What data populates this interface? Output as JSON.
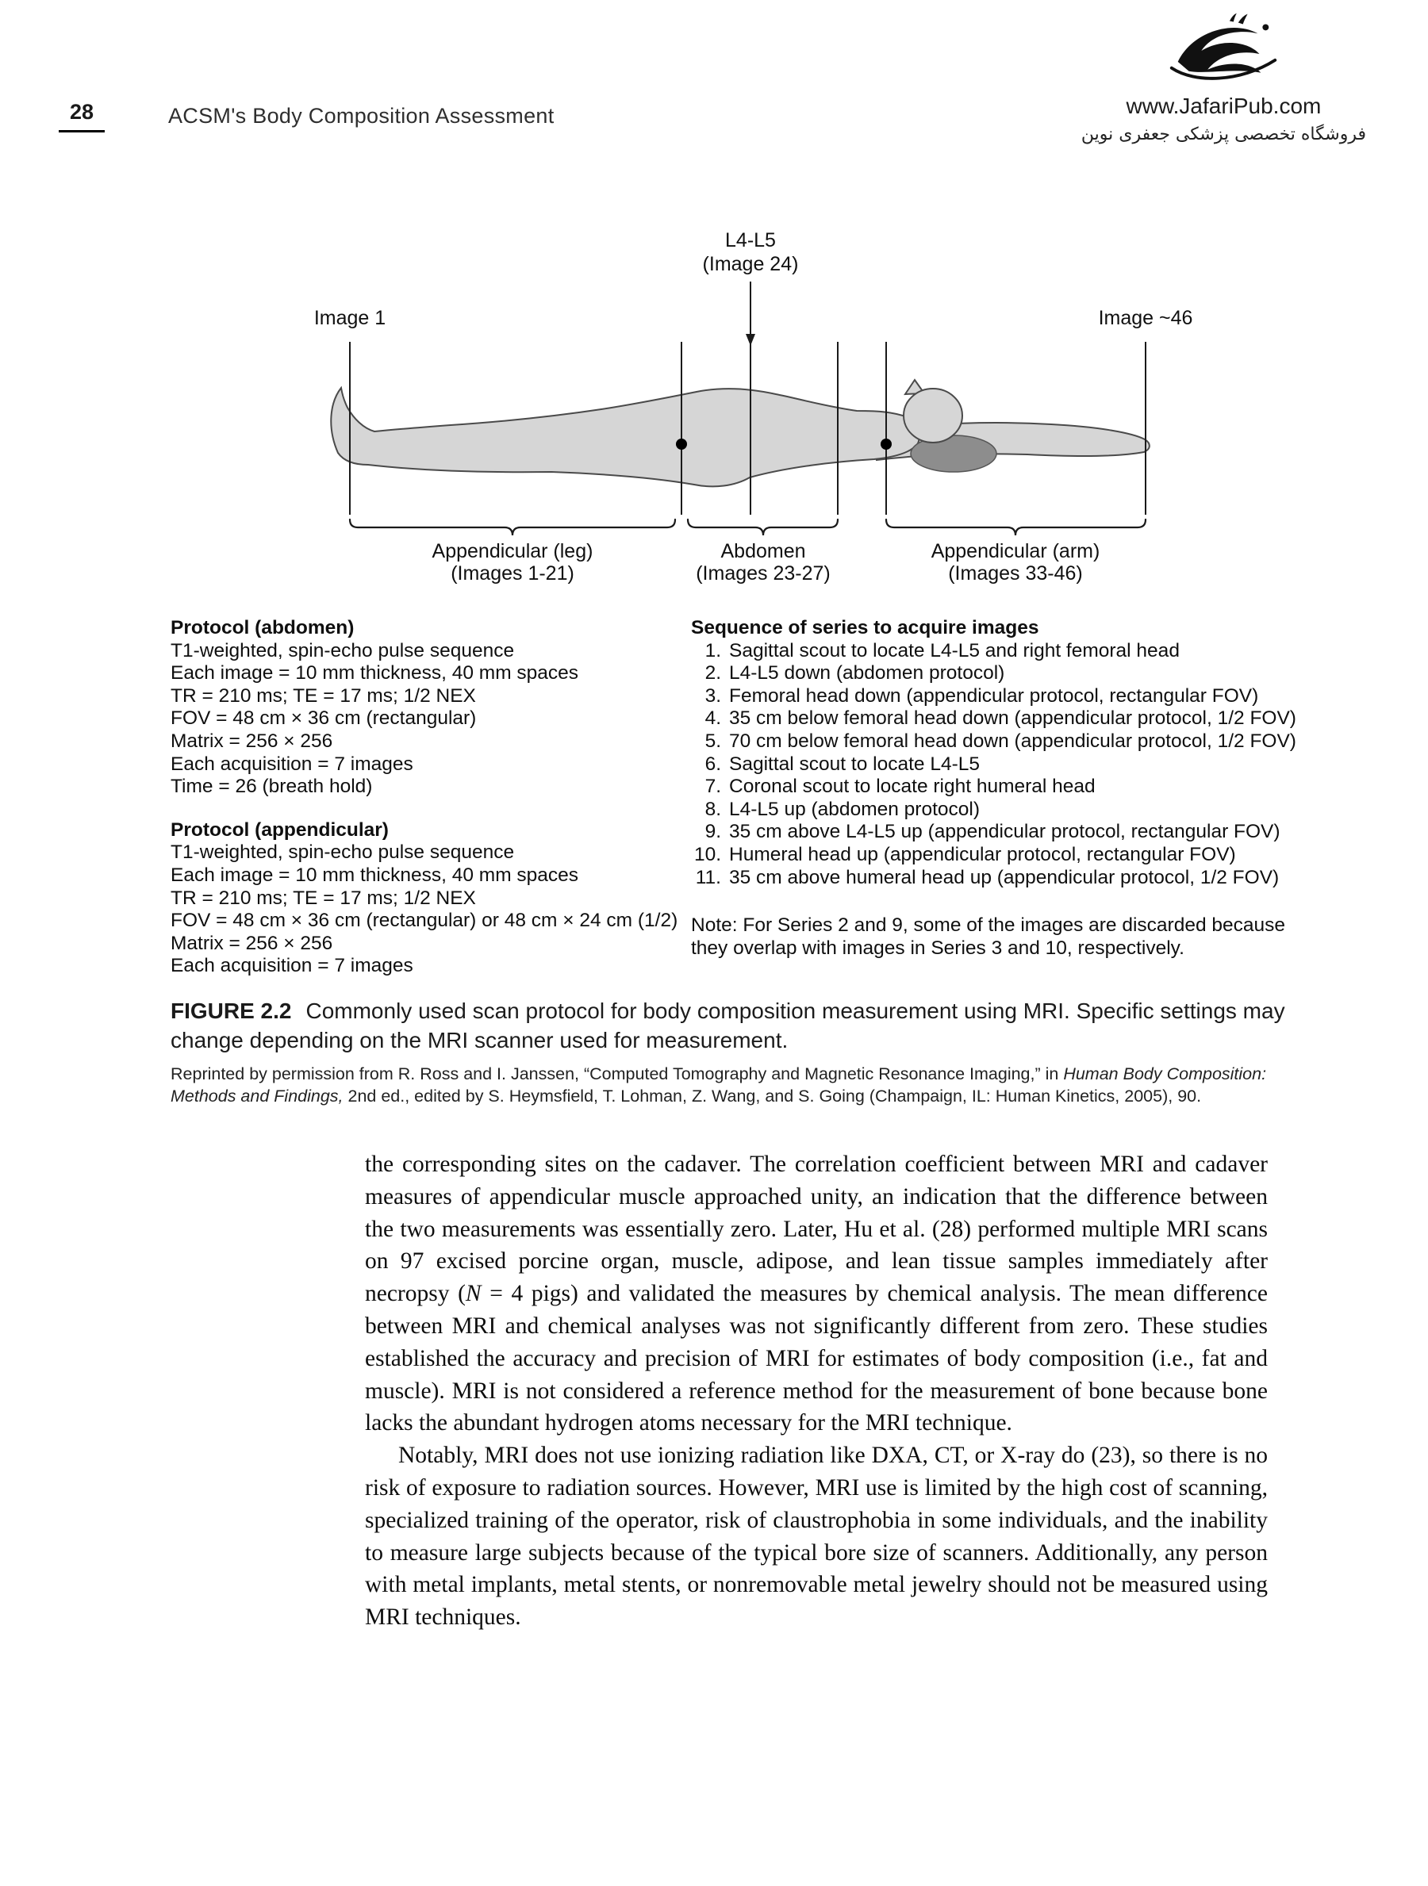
{
  "header": {
    "page_number": "28",
    "book_title": "ACSM's Body Composition Assessment",
    "website": "www.JafariPub.com",
    "tagline_fa": "فروشگاه تخصصی پزشکی جعفری نوین"
  },
  "diagram": {
    "l4l5_label": "L4-L5",
    "l4l5_sub": "(Image 24)",
    "image_first": "Image 1",
    "image_last": "Image ~46",
    "region_leg": "Appendicular (leg)",
    "region_leg_images": "(Images 1-21)",
    "region_abdomen": "Abdomen",
    "region_abdomen_images": "(Images 23-27)",
    "region_arm": "Appendicular (arm)",
    "region_arm_images": "(Images 33-46)"
  },
  "protocol_abdomen": {
    "title": "Protocol (abdomen)",
    "lines": [
      "T1-weighted, spin-echo pulse sequence",
      "Each image = 10 mm thickness, 40 mm spaces",
      "TR = 210 ms; TE = 17 ms; 1/2 NEX",
      "FOV = 48 cm × 36 cm (rectangular)",
      "Matrix = 256 × 256",
      "Each acquisition = 7 images",
      "Time = 26 (breath hold)"
    ]
  },
  "protocol_appendicular": {
    "title": "Protocol (appendicular)",
    "lines": [
      "T1-weighted, spin-echo pulse sequence",
      "Each image = 10 mm thickness, 40 mm spaces",
      "TR = 210 ms; TE = 17 ms; 1/2 NEX",
      "FOV = 48 cm × 36 cm (rectangular) or 48 cm × 24 cm (1/2)",
      "Matrix = 256 × 256",
      "Each acquisition = 7 images"
    ]
  },
  "sequence": {
    "title": "Sequence of series to acquire images",
    "items": [
      {
        "num": "1.",
        "text": "Sagittal scout to locate L4-L5 and right femoral head"
      },
      {
        "num": "2.",
        "text": "L4-L5 down (abdomen protocol)"
      },
      {
        "num": "3.",
        "text": "Femoral head down (appendicular protocol, rectangular FOV)"
      },
      {
        "num": "4.",
        "text": "35 cm below femoral head down (appendicular protocol, 1/2 FOV)"
      },
      {
        "num": "5.",
        "text": "70 cm below femoral head down (appendicular protocol, 1/2 FOV)"
      },
      {
        "num": "6.",
        "text": "Sagittal scout to locate L4-L5"
      },
      {
        "num": "7.",
        "text": "Coronal scout to locate right humeral head"
      },
      {
        "num": "8.",
        "text": "L4-L5 up (abdomen protocol)"
      },
      {
        "num": "9.",
        "text": "35 cm above L4-L5 up (appendicular protocol, rectangular FOV)"
      },
      {
        "num": "10.",
        "text": "Humeral head up (appendicular protocol, rectangular FOV)"
      },
      {
        "num": "11.",
        "text": "35 cm above humeral head up (appendicular protocol, 1/2 FOV)"
      }
    ],
    "note": "Note: For Series 2 and 9, some of the images are discarded because they overlap with images in Series 3 and 10, respectively."
  },
  "caption": {
    "label": "FIGURE 2.2",
    "text": "Commonly used scan protocol for body composition measurement using MRI. Specific settings may change depending on the MRI scanner used for measurement.",
    "credit_pre": "Reprinted by permission from R. Ross and I. Janssen, “Computed Tomography and Magnetic Resonance Imaging,” in ",
    "credit_title": "Human Body Composition: Methods and Findings,",
    "credit_post": " 2nd ed., edited by S. Heymsfield, T. Lohman, Z. Wang, and S. Going (Champaign, IL: Human Kinetics, 2005), 90."
  },
  "body": {
    "p1_pre": "the corresponding sites on the cadaver. The correlation coefficient between MRI and cadaver measures of appendicular muscle approached unity, an indication that the difference between the two measurements was essentially zero. Later, Hu et al. (28) performed multiple MRI scans on 97 excised porcine organ, muscle, adipose, and lean tissue samples immediately after necropsy (",
    "p1_var": "N",
    "p1_post": " = 4 pigs) and validated the measures by chemical analysis. The mean difference between MRI and chemical analyses was not significantly different from zero. These studies established the accuracy and precision of MRI for estimates of body composition (i.e., fat and muscle). MRI is not considered a reference method for the measurement of bone because bone lacks the abundant hydrogen atoms necessary for the MRI technique.",
    "p2": "Notably, MRI does not use ionizing radiation like DXA, CT, or X-ray do (23), so there is no risk of exposure to radiation sources. However, MRI use is limited by the high cost of scanning, specialized training of the operator, risk of claustrophobia in some individuals, and the inability to measure large subjects because of the typical bore size of scanners. Additionally, any person with metal implants, metal stents, or nonremovable metal jewelry should not be measured using MRI techniques."
  }
}
